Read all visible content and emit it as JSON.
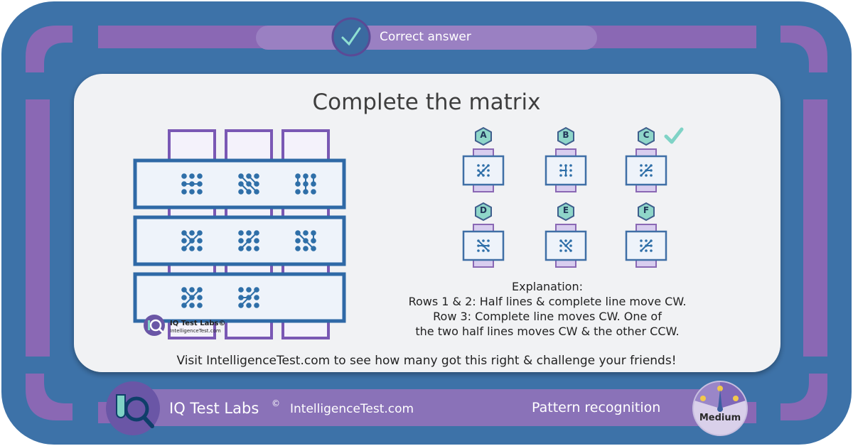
{
  "header": {
    "status_label": "Correct answer",
    "check_icon": "check-circle-icon"
  },
  "question": {
    "title": "Complete the matrix",
    "watermark_brand": "IQ Test Labs©",
    "watermark_site": "IntelligenceTest.com"
  },
  "options": [
    {
      "label": "A",
      "correct": false
    },
    {
      "label": "B",
      "correct": false
    },
    {
      "label": "C",
      "correct": true
    },
    {
      "label": "D",
      "correct": false
    },
    {
      "label": "E",
      "correct": false
    },
    {
      "label": "F",
      "correct": false
    }
  ],
  "explanation": {
    "heading": "Explanation:",
    "lines": [
      "Rows 1 & 2: Half lines & complete line move CW.",
      "Row 3: Complete line moves CW. One of",
      "the two half lines moves CW & the other CCW."
    ]
  },
  "cta": "Visit IntelligenceTest.com to see how many got this right & challenge your friends!",
  "footer": {
    "brand": "IQ Test Labs",
    "copyright_symbol": "©",
    "site": "IntelligenceTest.com",
    "category": "Pattern recognition",
    "difficulty": "Medium"
  },
  "colors": {
    "frame_blue": "#3d72a8",
    "frame_purple": "#8a68b4",
    "panel_bg": "#f1f2f4",
    "cell_bg": "#eef3fa",
    "dot_blue": "#2f6fa8",
    "accent_teal": "#7fd3c6"
  }
}
